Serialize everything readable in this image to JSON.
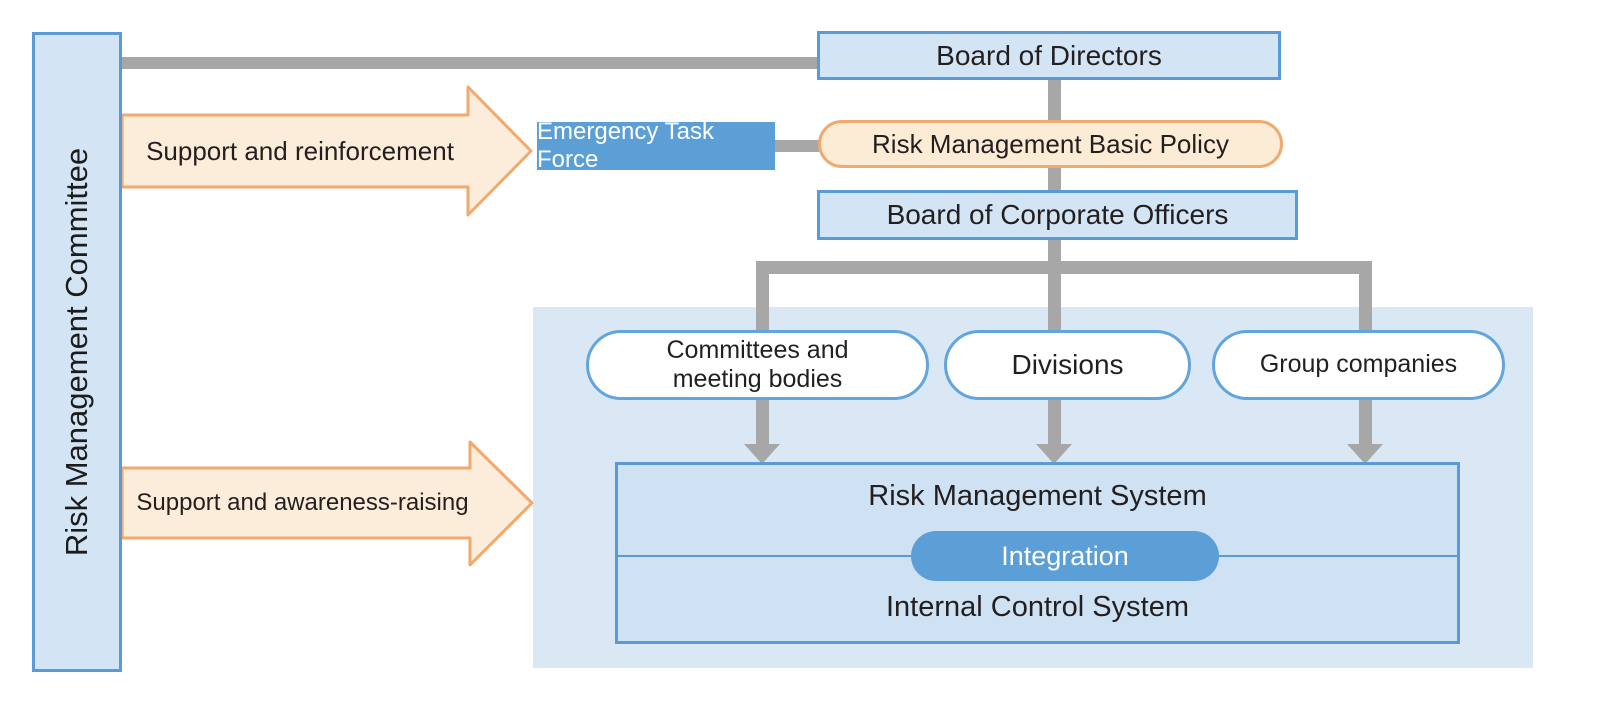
{
  "title": "Risk management structure diagram",
  "colors": {
    "box_blue_fill": "#d3e4f5",
    "box_blue_border": "#5b9bd5",
    "solid_blue": "#5b9fd6",
    "peach_fill": "#fcedda",
    "peach_border": "#f1a96e",
    "policy_pill_fill": "#fcebd5",
    "connector_gray": "#a7a7a7",
    "panel_blue": "#dae8f6",
    "system_box_fill": "#cfe2f4",
    "text": "#241f1f"
  },
  "left_bar": {
    "label": "Risk Management Committee"
  },
  "top_chain": {
    "board_of_directors": "Board of Directors",
    "basic_policy": "Risk Management Basic Policy",
    "board_of_corporate_officers": "Board of Corporate Officers"
  },
  "support_arrows": {
    "reinforcement": "Support and reinforcement",
    "awareness": "Support and awareness-raising"
  },
  "task_force": {
    "label": "Emergency Task Force"
  },
  "groups": [
    {
      "label": "Committees and meeting bodies"
    },
    {
      "label": "Divisions"
    },
    {
      "label": "Group companies"
    }
  ],
  "system": {
    "risk_management": "Risk Management System",
    "integration": "Integration",
    "internal_control": "Internal Control System"
  }
}
